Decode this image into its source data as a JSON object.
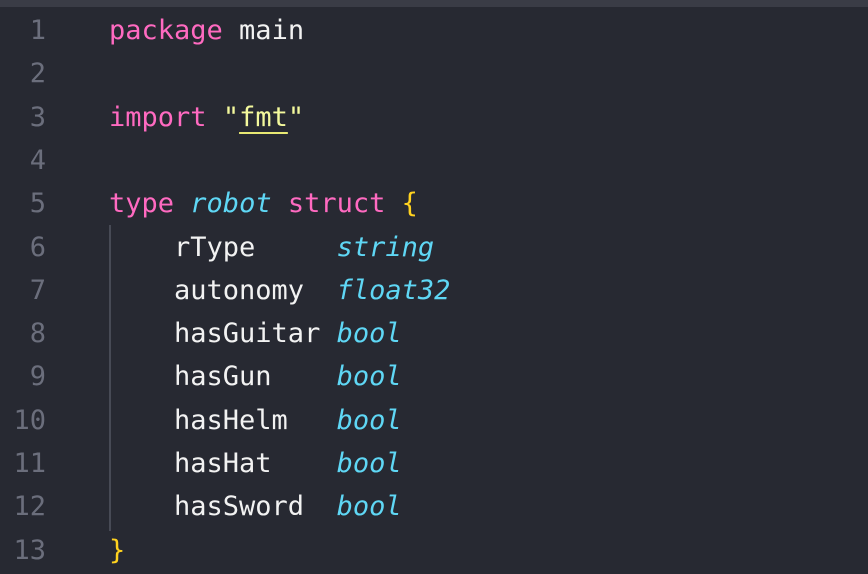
{
  "editor": {
    "lines": [
      {
        "num": "1",
        "tokens": [
          {
            "t": "package",
            "c": "kw"
          },
          {
            "t": " main",
            "c": "plain"
          }
        ]
      },
      {
        "num": "2",
        "tokens": []
      },
      {
        "num": "3",
        "tokens": [
          {
            "t": "import",
            "c": "kw"
          },
          {
            "t": " ",
            "c": "plain"
          },
          {
            "t": "\"",
            "c": "str"
          },
          {
            "t": "fmt",
            "c": "str-u"
          },
          {
            "t": "\"",
            "c": "str"
          }
        ]
      },
      {
        "num": "4",
        "tokens": []
      },
      {
        "num": "5",
        "tokens": [
          {
            "t": "type",
            "c": "kw"
          },
          {
            "t": " ",
            "c": "plain"
          },
          {
            "t": "robot",
            "c": "ty"
          },
          {
            "t": " ",
            "c": "plain"
          },
          {
            "t": "struct",
            "c": "kw"
          },
          {
            "t": " ",
            "c": "plain"
          },
          {
            "t": "{",
            "c": "brace"
          }
        ]
      },
      {
        "num": "6",
        "tokens": [
          {
            "t": "    rType     ",
            "c": "plain"
          },
          {
            "t": "string",
            "c": "ty"
          }
        ]
      },
      {
        "num": "7",
        "tokens": [
          {
            "t": "    autonomy  ",
            "c": "plain"
          },
          {
            "t": "float32",
            "c": "ty"
          }
        ]
      },
      {
        "num": "8",
        "tokens": [
          {
            "t": "    hasGuitar ",
            "c": "plain"
          },
          {
            "t": "bool",
            "c": "ty"
          }
        ]
      },
      {
        "num": "9",
        "tokens": [
          {
            "t": "    hasGun    ",
            "c": "plain"
          },
          {
            "t": "bool",
            "c": "ty"
          }
        ]
      },
      {
        "num": "10",
        "tokens": [
          {
            "t": "    hasHelm   ",
            "c": "plain"
          },
          {
            "t": "bool",
            "c": "ty"
          }
        ]
      },
      {
        "num": "11",
        "tokens": [
          {
            "t": "    hasHat    ",
            "c": "plain"
          },
          {
            "t": "bool",
            "c": "ty"
          }
        ]
      },
      {
        "num": "12",
        "tokens": [
          {
            "t": "    hasSword  ",
            "c": "plain"
          },
          {
            "t": "bool",
            "c": "ty"
          }
        ]
      },
      {
        "num": "13",
        "tokens": [
          {
            "t": "}",
            "c": "brace"
          }
        ]
      }
    ]
  }
}
